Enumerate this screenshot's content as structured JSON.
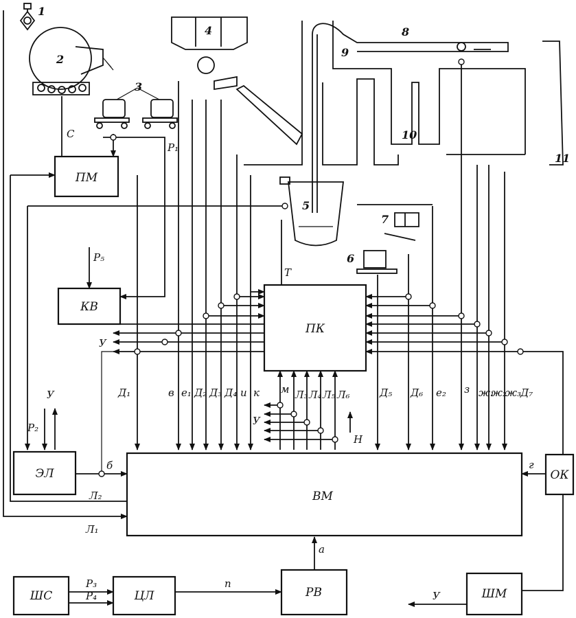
{
  "blocks": {
    "pm": "ПМ",
    "kv": "КВ",
    "pk": "ПК",
    "el": "ЭЛ",
    "vm": "ВМ",
    "ok": "ОК",
    "shs": "ШС",
    "cl": "ЦЛ",
    "rv": "РВ",
    "shm": "ШМ"
  },
  "equipment_numbers": {
    "n1": "1",
    "n2": "2",
    "n3": "3",
    "n4": "4",
    "n5": "5",
    "n6": "6",
    "n7": "7",
    "n8": "8",
    "n9": "9",
    "n10": "10",
    "n11": "11"
  },
  "signals": {
    "c": "С",
    "p1": "P₁",
    "p2": "P₂",
    "p3": "P₃",
    "p4": "P₄",
    "p5": "P₅",
    "t": "Т",
    "u_top": "У",
    "u_left": "У",
    "u_mid": "У",
    "u_bottom": "У",
    "d1": "Д₁",
    "b": "в",
    "e1": "е₁",
    "d2": "Д₂",
    "d3": "Д₃",
    "d4": "Д₄",
    "i": "и",
    "k": "к",
    "m": "м",
    "l3": "Л₃",
    "l4": "Л₄",
    "l5": "Л₅",
    "l6": "Л₆",
    "n": "Н",
    "d5": "Д₅",
    "d6": "Д₆",
    "e2": "е₂",
    "z": "з",
    "zh1": "ж₁",
    "zh2": "ж₂",
    "zh3": "ж₃",
    "d7": "Д₇",
    "g": "г",
    "bb": "б",
    "l2": "Л₂",
    "l1": "Л₁",
    "a": "а",
    "p": "п"
  }
}
